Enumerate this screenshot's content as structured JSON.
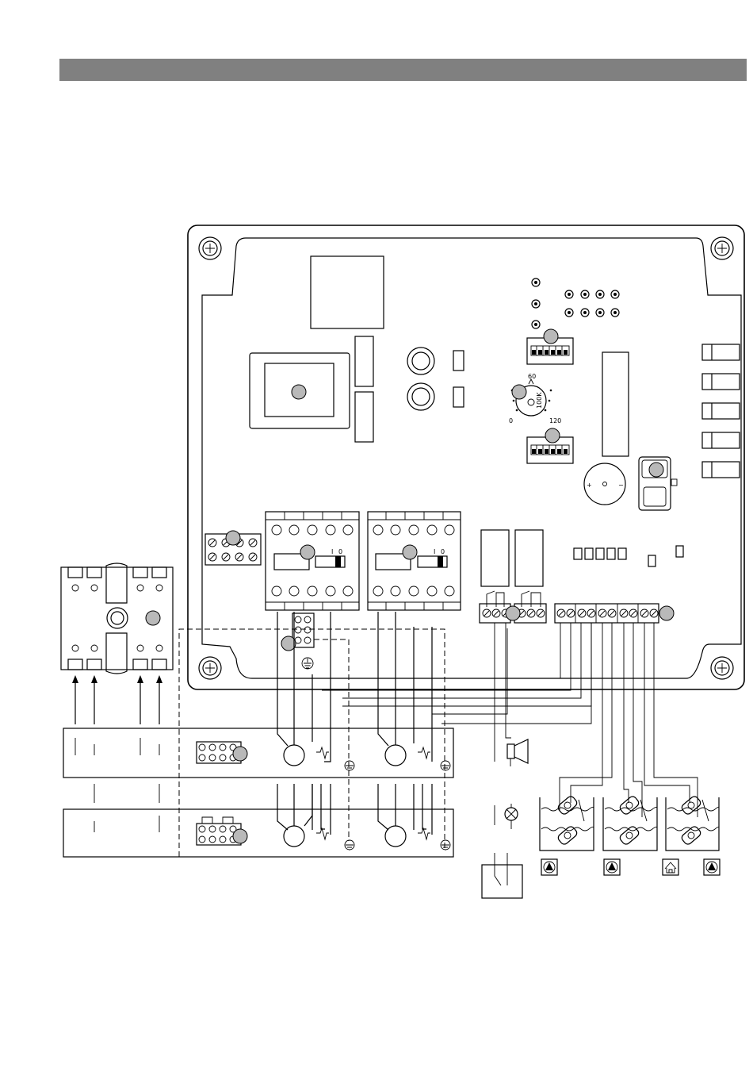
{
  "header": {
    "color": "#808080"
  },
  "colors": {
    "line": "#000000",
    "callout_fill": "#b9b9b9",
    "background": "#ffffff"
  },
  "timer_dial": {
    "scale_top": "60",
    "scale_left": "0",
    "scale_right": "120",
    "knob_label": "100K"
  },
  "buzzer": {
    "plus": "+",
    "minus": "−"
  },
  "motor_switch": {
    "on": "I",
    "off": "0"
  },
  "icons": [
    "screw-head-icon",
    "pump-icon",
    "house-icon",
    "horn-icon",
    "lamp-icon",
    "float-switch-icon",
    "earth-icon",
    "motor-icon",
    "relay-icon",
    "buzzer-icon"
  ]
}
